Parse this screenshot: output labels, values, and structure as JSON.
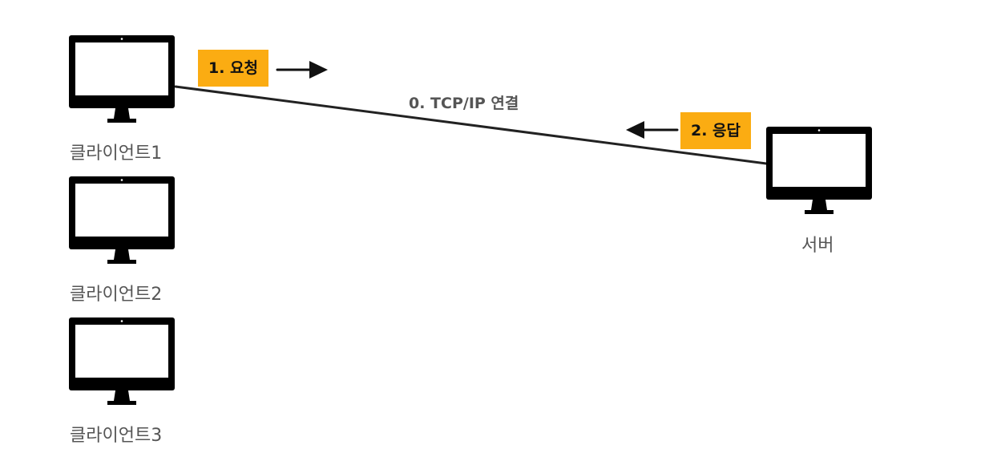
{
  "clients": [
    {
      "label": "클라이언트1",
      "icon": "monitor-icon"
    },
    {
      "label": "클라이언트2",
      "icon": "monitor-icon"
    },
    {
      "label": "클라이언트3",
      "icon": "monitor-icon"
    }
  ],
  "server": {
    "label": "서버",
    "icon": "monitor-icon"
  },
  "connection": {
    "label": "0. TCP/IP 연결"
  },
  "request": {
    "label": "1. 요청",
    "direction": "client-to-server"
  },
  "response": {
    "label": "2. 응답",
    "direction": "server-to-client"
  },
  "colors": {
    "tag_background": "#fbac12",
    "monitor": "#000000",
    "label_text": "#555555"
  }
}
